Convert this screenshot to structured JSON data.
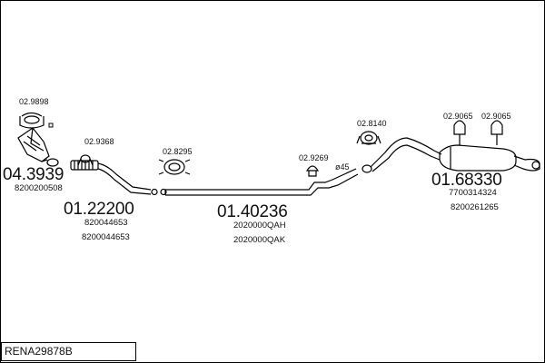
{
  "title": "RENA29878B",
  "parts": {
    "clamp_top": "02.9898",
    "catalyst_no": "04.3939",
    "catalyst_oe": "8200200508",
    "gasket_a": "02.9368",
    "front_pipe_no": "01.22200",
    "front_pipe_oe1": "820044653",
    "front_pipe_oe2": "8200044653",
    "clamp_b": "02.8295",
    "middle_pipe_no": "01.40236",
    "middle_pipe_oe1": "2020000QAH",
    "middle_pipe_oe2": "2020000QAK",
    "hanger_c": "02.9269",
    "diameter": "ø45",
    "clamp_d": "02.8140",
    "hanger_e": "02.9065",
    "hanger_f": "02.9065",
    "rear_box_no": "01.68330",
    "rear_box_oe1": "7700314324",
    "rear_box_oe2": "8200261265"
  },
  "colors": {
    "line": "#000000",
    "background": "#ffffff"
  }
}
